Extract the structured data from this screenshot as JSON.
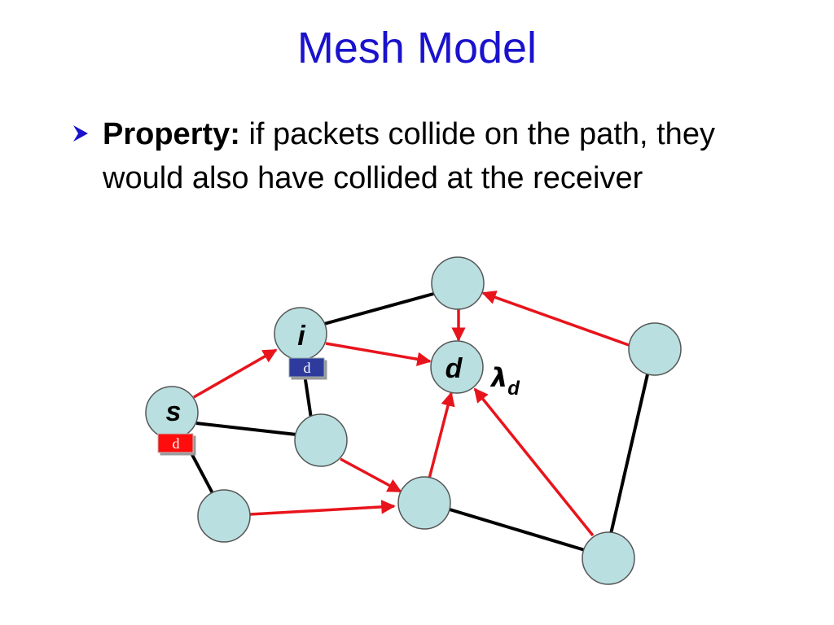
{
  "slide": {
    "title": "Mesh Model",
    "bullet": {
      "lead": "Property:",
      "body": " if packets collide on the path, they would also have collided at the receiver"
    }
  },
  "diagram": {
    "labels": {
      "node_i": "i",
      "node_d": "d",
      "node_s": "s",
      "lambda": "λ",
      "lambda_sub": "d"
    },
    "tags": {
      "i_tag": "d",
      "s_tag": "d"
    },
    "colors": {
      "node_fill": "#b9dfe0",
      "node_stroke": "#555555",
      "red_edge": "#e8141c",
      "black_edge": "#000000",
      "tag_blue": "#2e3a9c",
      "tag_red": "#ff0a0a",
      "title_blue": "#1a12cc"
    }
  }
}
